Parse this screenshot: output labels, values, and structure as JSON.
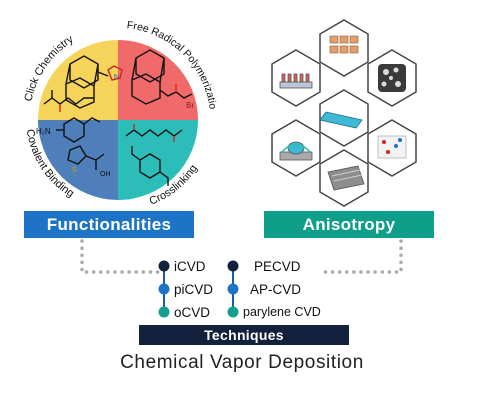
{
  "circle": {
    "quadrants": [
      {
        "label": "Click Chemistry",
        "color": "#f6d35a"
      },
      {
        "label": "Free Radical Polymerization",
        "color": "#f06a6a"
      },
      {
        "label": "Covalent Binding",
        "color": "#4f7fba"
      },
      {
        "label": "Crosslinking",
        "color": "#2dbdb8"
      }
    ],
    "formula_labels": {
      "h2n": "H₂N",
      "oh": "OH",
      "o": "O",
      "s": "S",
      "br": "Br",
      "n": "N"
    }
  },
  "banners": {
    "functionalities": "Functionalities",
    "anisotropy": "Anisotropy",
    "techniques": "Techniques"
  },
  "methods": {
    "left": [
      "iCVD",
      "piCVD",
      "oCVD"
    ],
    "right": [
      "PECVD",
      "AP-CVD",
      "parylene CVD"
    ]
  },
  "colors": {
    "navy": "#14213d",
    "blue": "#1d74c6",
    "teal": "#0e9f8a",
    "dots": "#aaaaaa"
  },
  "title": "Chemical Vapor Deposition"
}
